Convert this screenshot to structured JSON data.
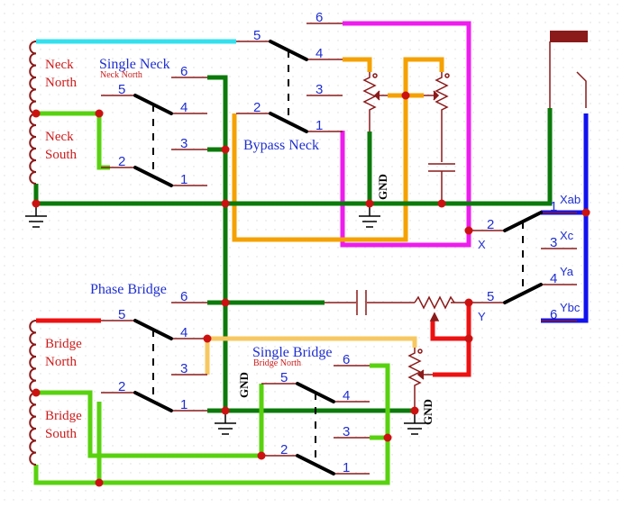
{
  "title": "",
  "labels": {
    "single_neck": "Single Neck",
    "single_neck_sub": "Neck North",
    "bypass_neck": "Bypass Neck",
    "phase_bridge": "Phase Bridge",
    "single_bridge": "Single Bridge",
    "single_bridge_sub": "Bridge North",
    "gnd": "GND"
  },
  "coils": {
    "neck_north": [
      "Neck",
      "North"
    ],
    "neck_south": [
      "Neck",
      "South"
    ],
    "bridge_north": [
      "Bridge",
      "North"
    ],
    "bridge_south": [
      "Bridge",
      "South"
    ]
  },
  "pins": {
    "p1": "1",
    "p2": "2",
    "p3": "3",
    "p4": "4",
    "p5": "5",
    "p6": "6"
  },
  "output": {
    "x": "X",
    "y": "Y",
    "xab": "Xab",
    "xc": "Xc",
    "ya": "Ya",
    "ybc": "Ybc"
  },
  "colors": {
    "dark_green": "#0b7a0b",
    "light_green": "#58d20f",
    "cyan": "#33e0ee",
    "magenta": "#ee1cee",
    "orange": "#f5a100",
    "light_orange": "#f7c862",
    "red": "#ee1111",
    "blue": "#1212ee",
    "component": "#8b1a1a",
    "junction": "#cc1111"
  }
}
